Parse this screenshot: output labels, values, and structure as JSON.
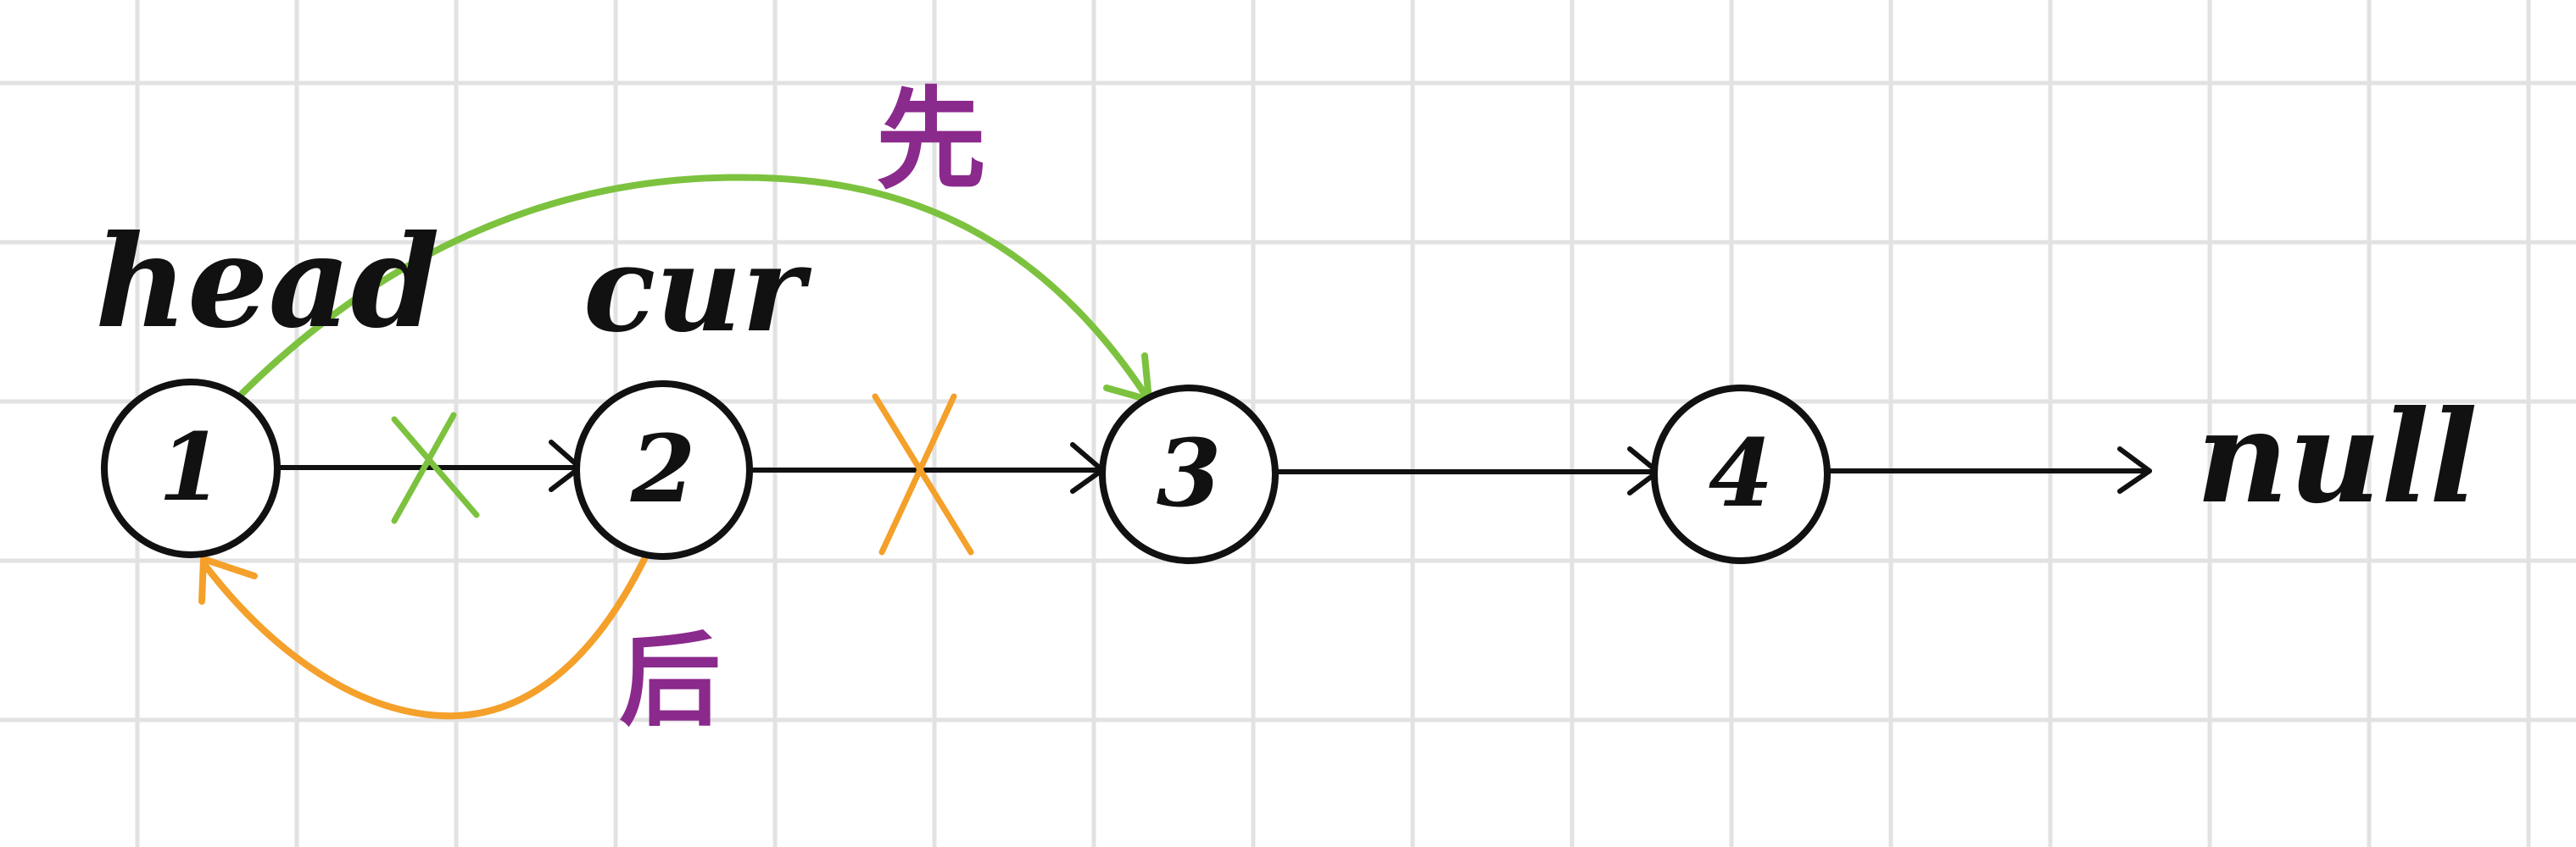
{
  "nodes": [
    {
      "label": "1"
    },
    {
      "label": "2"
    },
    {
      "label": "3"
    },
    {
      "label": "4"
    }
  ],
  "labels": {
    "head": "head",
    "cur": "cur",
    "null": "null",
    "first": "先",
    "later": "后"
  },
  "colors": {
    "grid": "#e2e2e2",
    "ink": "#111111",
    "green": "#7cc23f",
    "orange": "#f4a02a",
    "purple": "#8a2a8c"
  }
}
